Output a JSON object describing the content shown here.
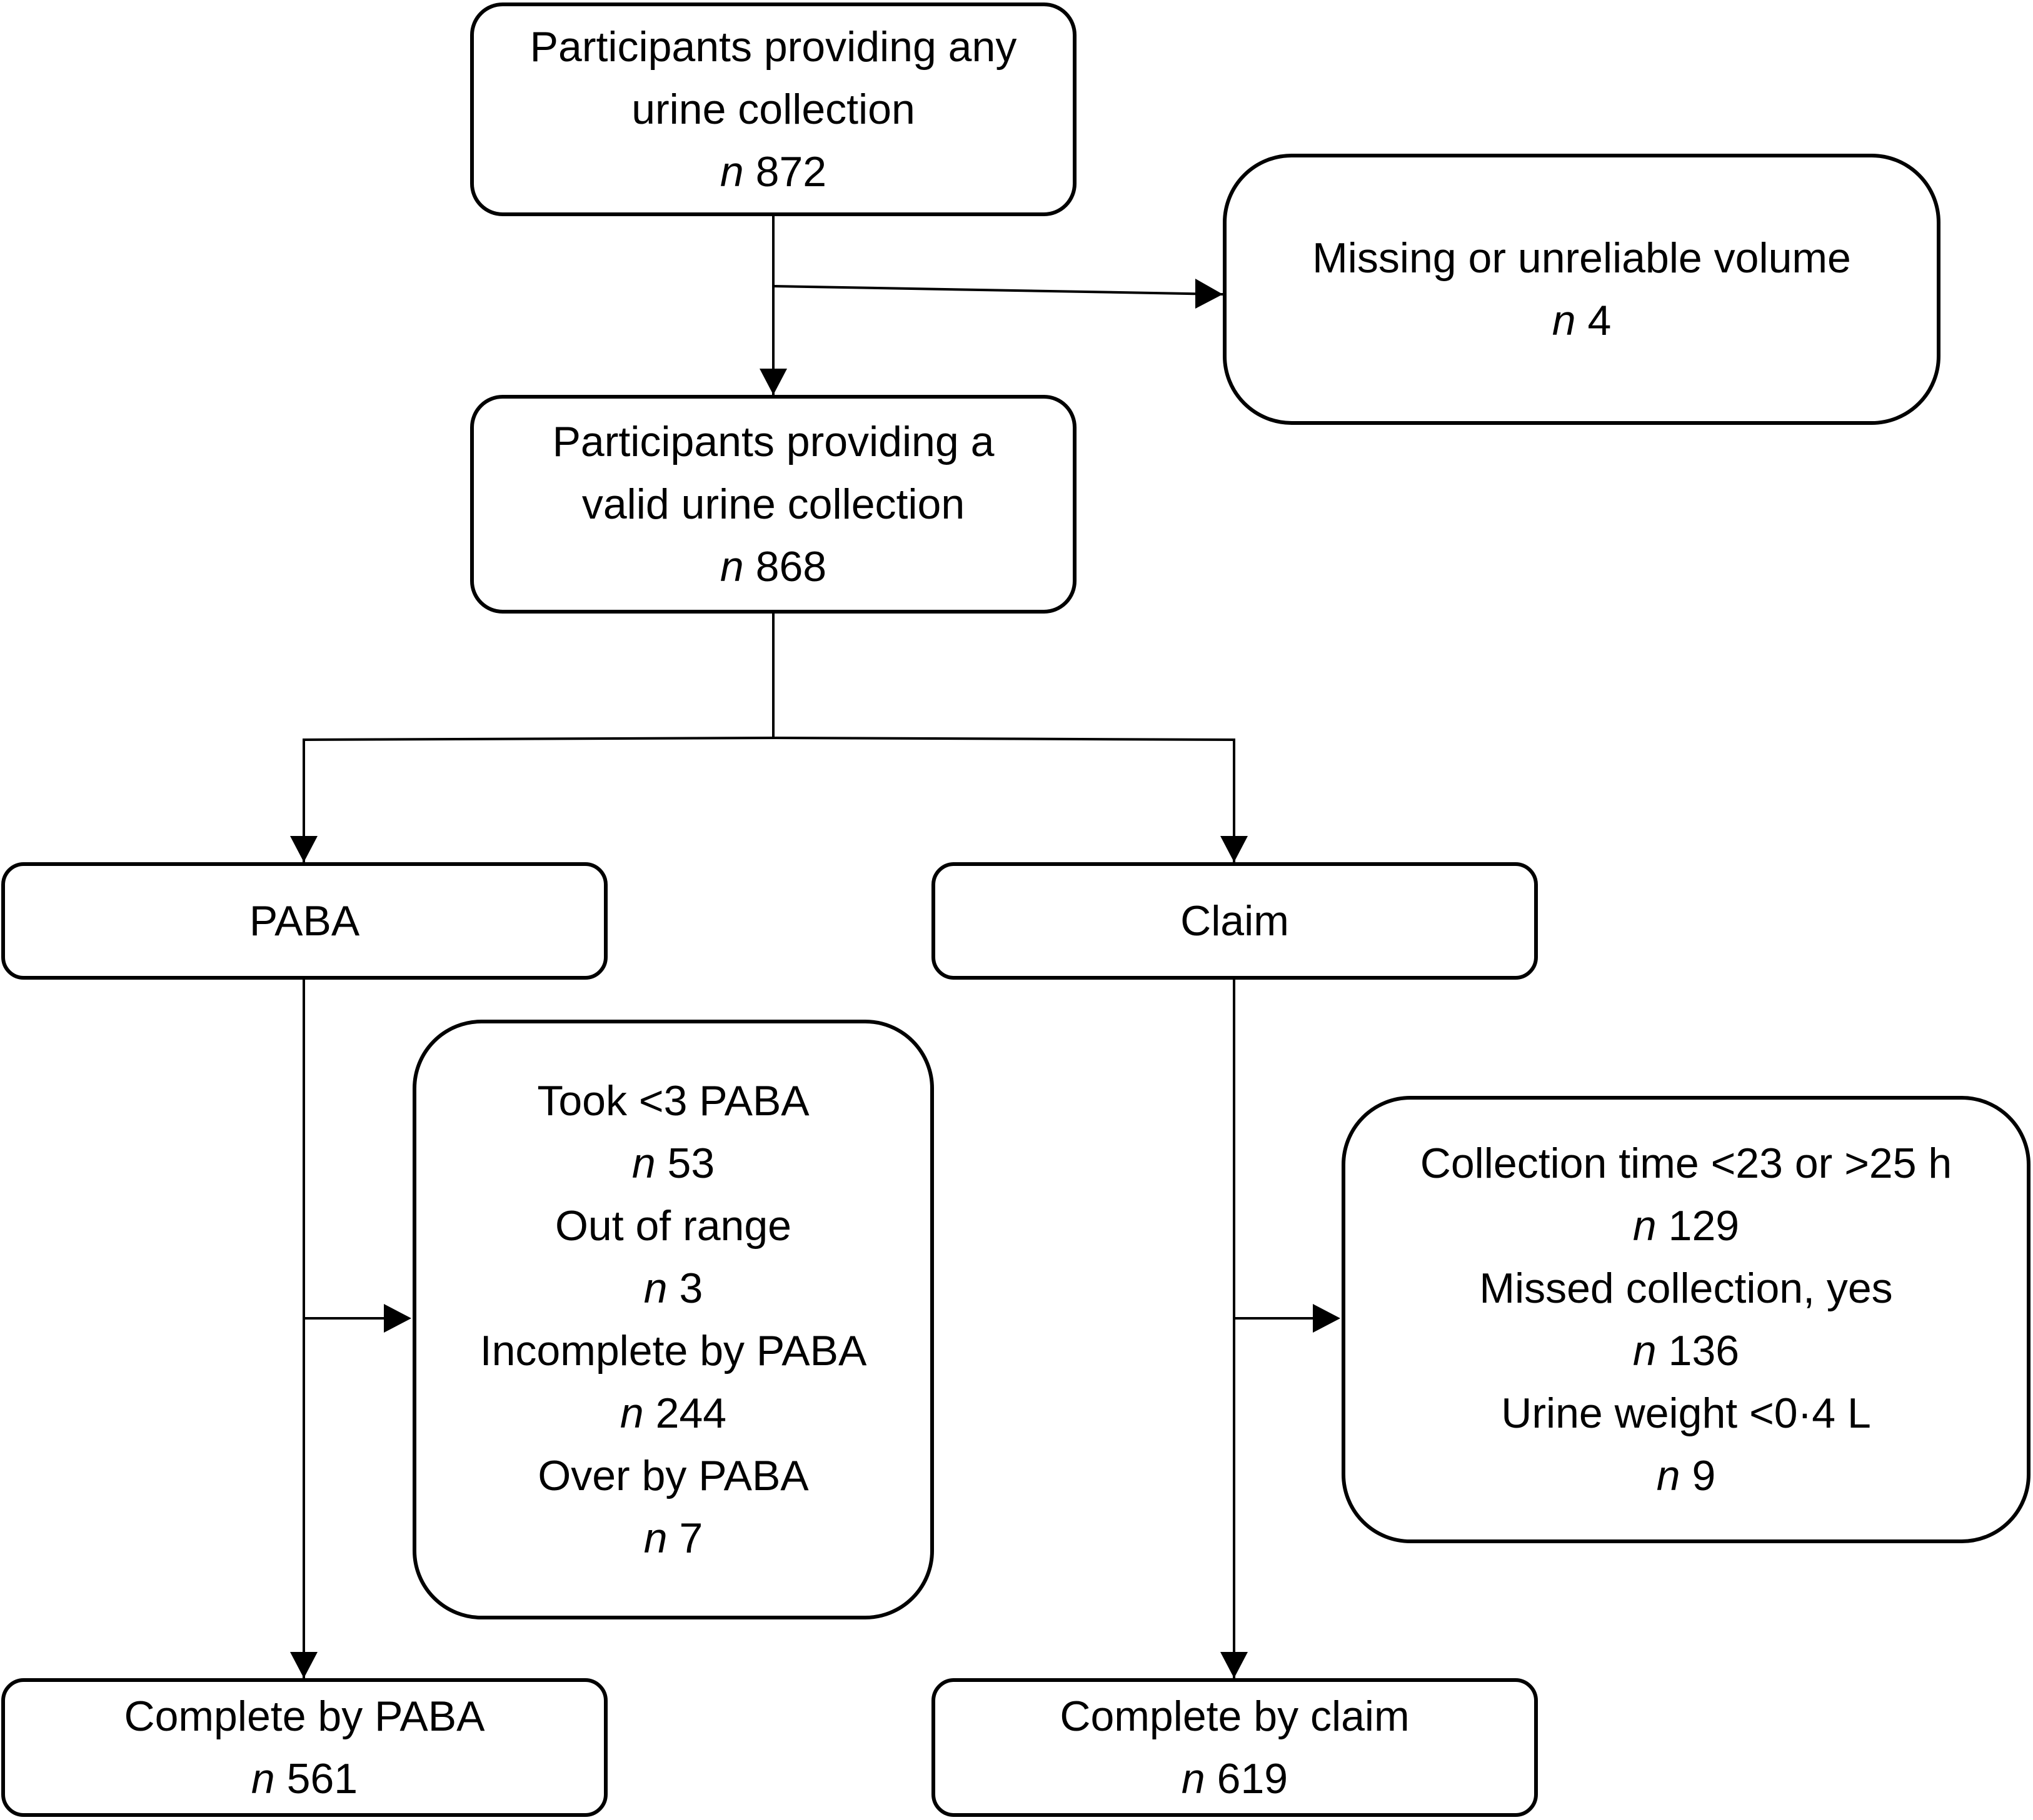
{
  "boxes": {
    "any_collection": {
      "lines": [
        "Participants providing any",
        "urine collection"
      ],
      "n_label": "n",
      "n_value": "872"
    },
    "missing_volume": {
      "lines": [
        "Missing or unreliable volume"
      ],
      "n_label": "n",
      "n_value": "4"
    },
    "valid_collection": {
      "lines": [
        "Participants providing a",
        "valid urine collection"
      ],
      "n_label": "n",
      "n_value": "868"
    },
    "paba": {
      "label": "PABA"
    },
    "claim": {
      "label": "Claim"
    },
    "paba_exclusions": {
      "items": [
        {
          "label": "Took <3 PABA",
          "n_label": "n",
          "n_value": "53"
        },
        {
          "label": "Out of range",
          "n_label": "n",
          "n_value": "3"
        },
        {
          "label": "Incomplete by PABA",
          "n_label": "n",
          "n_value": "244"
        },
        {
          "label": "Over by PABA",
          "n_label": "n",
          "n_value": "7"
        }
      ]
    },
    "claim_exclusions": {
      "items": [
        {
          "label": "Collection time <23 or >25 h",
          "n_label": "n",
          "n_value": "129"
        },
        {
          "label": "Missed collection, yes",
          "n_label": "n",
          "n_value": "136"
        },
        {
          "label": "Urine weight <0·4 L",
          "n_label": "n",
          "n_value": "9"
        }
      ]
    },
    "complete_paba": {
      "lines": [
        "Complete by PABA"
      ],
      "n_label": "n",
      "n_value": "561"
    },
    "complete_claim": {
      "lines": [
        "Complete by claim"
      ],
      "n_label": "n",
      "n_value": "619"
    }
  }
}
